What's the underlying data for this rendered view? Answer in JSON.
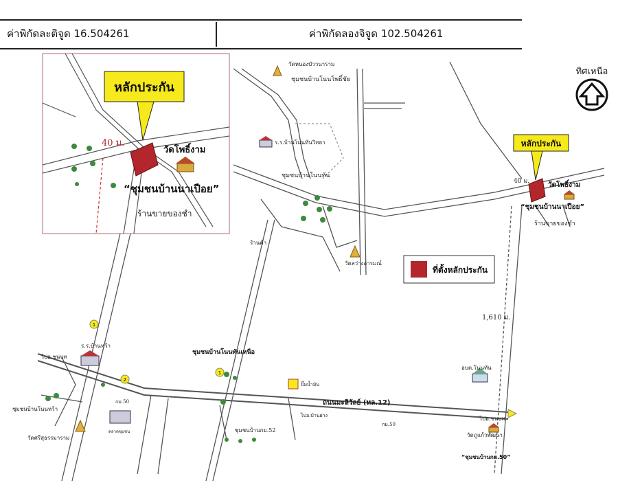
{
  "coordinates": {
    "latitude": "ค่าพิกัดละติจูด 16.504261",
    "longitude": "ค่าพิกัดลองจิจูด 102.504261"
  },
  "north": {
    "label": "ทิศเหนือ"
  },
  "inset": {
    "callout": "หลักประกัน",
    "distance": "40 ม.",
    "temple": "วัดโพธิ์งาม",
    "community": "“ชุมชนบ้านนาเปือย”",
    "shop": "ร้านขายของชำ"
  },
  "main_map": {
    "callout": "หลักประกัน",
    "distance": "40 ม.",
    "temple": "วัดโพธิ์งาม",
    "community": "“ชุมชนบ้านนาเปือย”",
    "shop": "ร้านขายของชำ",
    "distance_route": "1,610 ม.",
    "legend_label": "ที่ตั้งหลักประกัน",
    "labels": {
      "temple_top": "วัดหนองบัววนาราม",
      "community_nonpho": "ชุมชนบ้านโนนโพธิ์ชัย",
      "school_nonthan": "ร.ร.บ้านโนนทันวิทยา",
      "community_nonthan": "ชุมชนบ้านโนนทัน",
      "shop_mid": "ร้านค้า",
      "temple_sawang": "วัดสว่างอารมณ์",
      "community_nonthan_nuea": "ชุมชนบ้านโนนทันเหนือ",
      "school_mid": "ร.ร.บ้านหว้า",
      "to_khonkaen": "ไปอ.ชนบท",
      "community_bottom_left": "ชุมชนบ้านโนนหว้า",
      "temple_bottom_left": "วัดศรีสุธรรมาราม",
      "road_name": "ถนนมะลิวัลย์ (ทล.12)",
      "km_left": "กม.50",
      "km_mid": "กม.50",
      "community_km52": "ชุมชนบ้านกม.52",
      "district_office": "อบต.โนนทัน",
      "to_east": "ไปอ.ชนบท",
      "temple_bottom_right": "วัดภูแก้วพัฒนา",
      "community_km50": "“ชุมชนบ้านกม.50”",
      "to_mid": "ไปอ.บ้านฝาง",
      "gas_station": "ปั๊มน้ำมัน",
      "market": "ตลาดชุมชน"
    }
  },
  "colors": {
    "callout_fill": "#f7ea1c",
    "marker": "#b3262b",
    "inset_border": "#c0808a",
    "road": "#555555",
    "tree": "#3d8a3d"
  }
}
